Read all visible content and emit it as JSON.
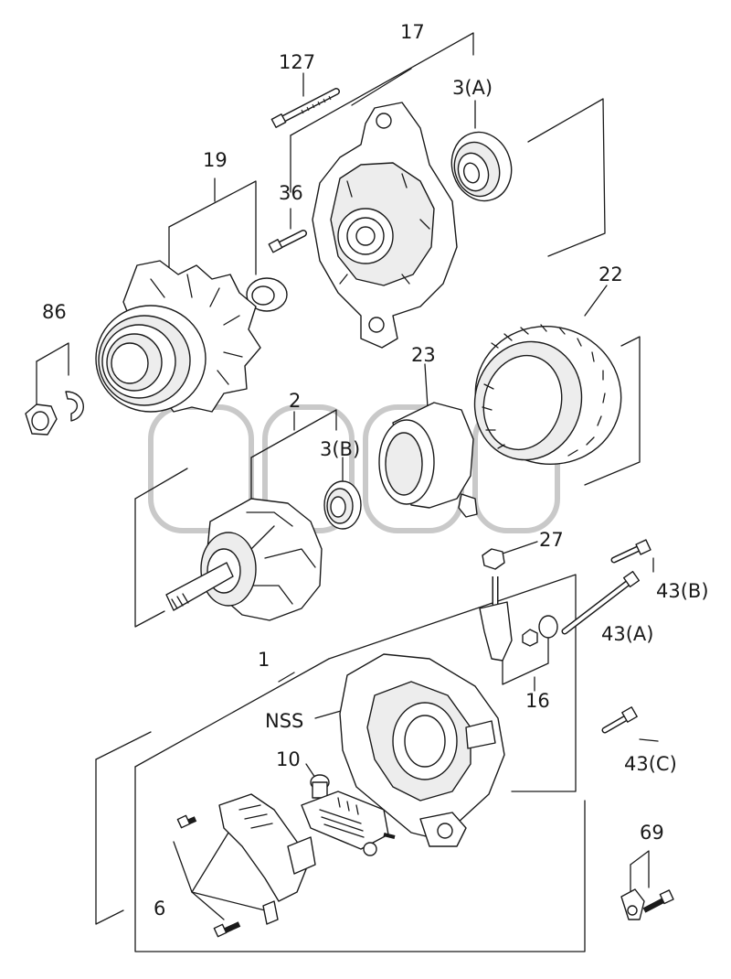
{
  "diagram": {
    "type": "exploded-parts-diagram",
    "watermark_text": "TM",
    "labels": {
      "l1": "1",
      "l2": "2",
      "l3a": "3(A)",
      "l3b": "3(B)",
      "l6": "6",
      "l10": "10",
      "l16": "16",
      "l17": "17",
      "l19": "19",
      "l22": "22",
      "l23": "23",
      "l27": "27",
      "l36": "36",
      "l43a": "43(A)",
      "l43b": "43(B)",
      "l43c": "43(C)",
      "l69": "69",
      "l86": "86",
      "l127": "127",
      "lnss": "NSS"
    }
  }
}
